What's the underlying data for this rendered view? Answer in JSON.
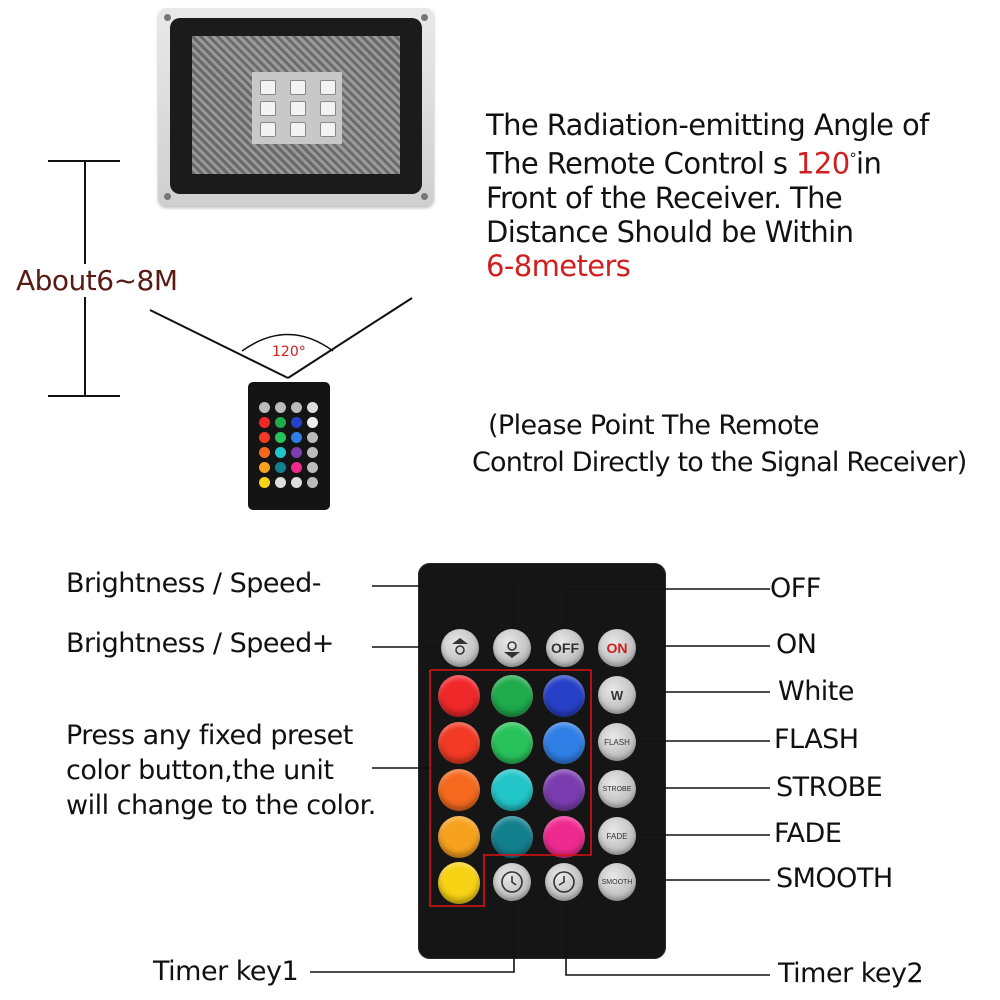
{
  "distance_label": "About6~8M",
  "angle_label": "120°",
  "description": {
    "line1": "The Radiation-emitting Angle of",
    "line2_pre": "The Remote Control s ",
    "line2_value": "120",
    "line2_deg": "°",
    "line2_post": "in",
    "line3": "Front of the Receiver. The",
    "line4": "Distance Should be Within",
    "line5_value": "6-8meters"
  },
  "instruction": {
    "line1": "(Please Point The Remote",
    "line2": "Control Directly to the Signal Receiver)"
  },
  "labels_left": {
    "brightness_minus": "Brightness / Speed-",
    "brightness_plus": "Brightness / Speed+",
    "preset_line1": "Press any fixed preset",
    "preset_line2": "color button,the unit",
    "preset_line3": "will change to the color."
  },
  "labels_right": {
    "off": "OFF",
    "on": "ON",
    "white": "White",
    "flash": "FLASH",
    "strobe": "STROBE",
    "fade": "FADE",
    "smooth": "SMOOTH"
  },
  "labels_bottom": {
    "timer1": "Timer key1",
    "timer2": "Timer key2"
  },
  "remote_buttons": {
    "off": "OFF",
    "on": "ON",
    "white": "W",
    "flash": "FLASH",
    "strobe": "STROBE",
    "fade": "FADE",
    "smooth": "SMOOTH"
  },
  "colors": {
    "accent_red": "#d21e1e",
    "distance_label": "#5a1a12",
    "grid": [
      [
        "#f0282a",
        "#1faa4c",
        "#2740c8"
      ],
      [
        "#f23a24",
        "#28c25a",
        "#2f7fe6"
      ],
      [
        "#f56a1e",
        "#22c6c9",
        "#7b3db0"
      ],
      [
        "#f7a21e",
        "#13808e",
        "#ef2a8f"
      ],
      [
        "#f8d214"
      ]
    ]
  }
}
